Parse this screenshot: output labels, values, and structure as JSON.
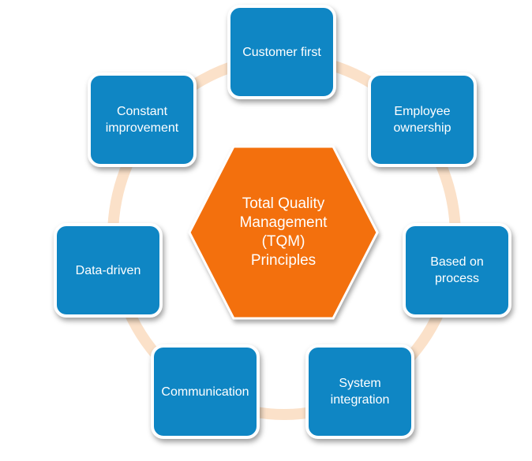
{
  "diagram": {
    "center": {
      "lines": [
        "Total Quality",
        "Management",
        "(TQM)",
        "Principles"
      ]
    },
    "nodes": [
      {
        "id": "customer-first",
        "lines": [
          "Customer first"
        ]
      },
      {
        "id": "employee-ownership",
        "lines": [
          "Employee",
          "ownership"
        ]
      },
      {
        "id": "based-on-process",
        "lines": [
          "Based on",
          "process"
        ]
      },
      {
        "id": "system-integration",
        "lines": [
          "System",
          "integration"
        ]
      },
      {
        "id": "communication",
        "lines": [
          "Communication"
        ]
      },
      {
        "id": "data-driven",
        "lines": [
          "Data-driven"
        ]
      },
      {
        "id": "constant-improvement",
        "lines": [
          "Constant",
          "improvement"
        ]
      }
    ],
    "colors": {
      "node_fill": "#0f86c4",
      "node_border": "#ffffff",
      "center_fill": "#f36f0c",
      "ring": "#fbe1c9",
      "text": "#ffffff"
    }
  }
}
